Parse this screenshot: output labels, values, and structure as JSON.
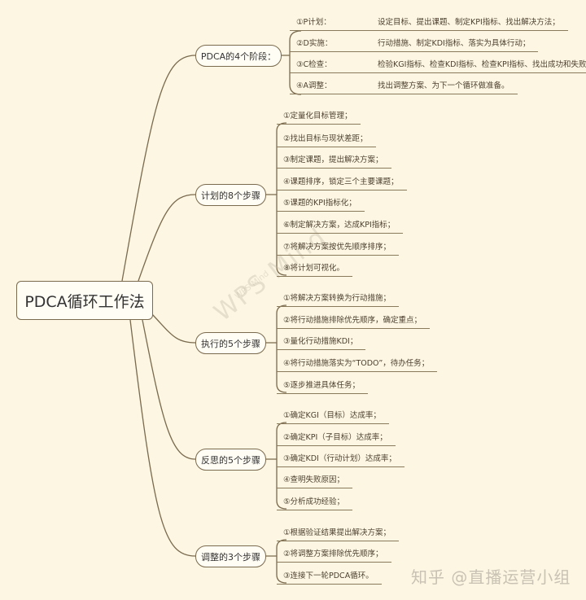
{
  "root": "PDCA循环工作法",
  "branches": [
    {
      "label": "PDCA的4个阶段：",
      "items": [
        {
          "label": "①P计划：",
          "text": "设定目标、提出课题、制定KPI指标、找出解决方法；"
        },
        {
          "label": "②D实施：",
          "text": "行动措施、制定KDI指标、落实为具体行动；"
        },
        {
          "label": "③C检查：",
          "text": "检验KGI指标、检查KDI指标、检查KPI指标、找出成功和失败；"
        },
        {
          "label": "④A调整：",
          "text": "找出调整方案、为下一个循环做准备。"
        }
      ]
    },
    {
      "label": "计划的8个步骤",
      "items": [
        "①定量化目标管理；",
        "②找出目标与现状差距；",
        "③制定课题，提出解决方案；",
        "④课题排序，锁定三个主要课题；",
        "⑤课题的KPI指标化；",
        "⑥制定解决方案，达成KPI指标；",
        "⑦将解决方案按优先顺序排序；",
        "⑧将计划可视化。"
      ]
    },
    {
      "label": "执行的5个步骤",
      "items": [
        "①将解决方案转换为行动措施；",
        "②将行动措施排除优先顺序，确定重点；",
        "③量化行动措施KDI；",
        "④将行动措施落实为“TODO”，待办任务；",
        "⑤逐步推进具体任务；"
      ]
    },
    {
      "label": "反思的5个步骤",
      "items": [
        "①确定KGI（目标）达成率；",
        "②确定KPI（子目标）达成率；",
        "③确定KDI（行动计划）达成率；",
        "④查明失败原因；",
        "⑤分析成功经验；"
      ]
    },
    {
      "label": "调整的3个步骤",
      "items": [
        "①根据验证结果提出解决方案；",
        "②将调整方案排除优先顺序；",
        "③连接下一轮PDCA循环。"
      ]
    }
  ],
  "watermark": "WPS Mind",
  "watermark_sub": "WPS Mind",
  "credit": "知乎 @直播运营小组",
  "colors": {
    "background": "#fcf6e2",
    "line": "#8a7a5c"
  }
}
